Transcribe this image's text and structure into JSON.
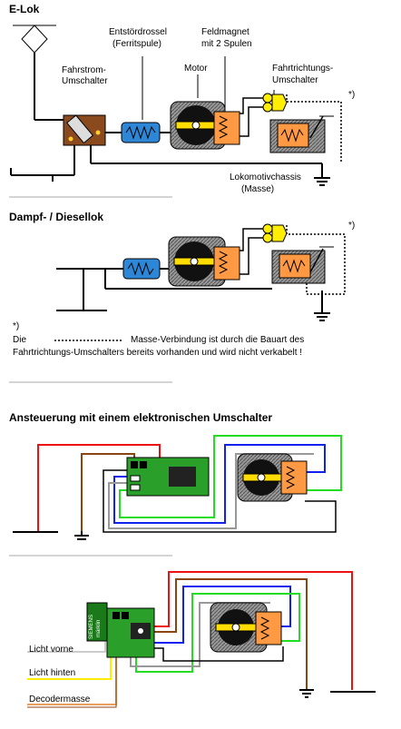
{
  "sections": {
    "elok": "E-Lok",
    "dampf": "Dampf- / Diesellok",
    "ansteuerung": "Ansteuerung mit einem elektronischen Umschalter"
  },
  "labels": {
    "entstoer_1": "Entstördrossel",
    "entstoer_2": "(Ferritspule)",
    "feld_1": "Feldmagnet",
    "feld_2": "mit 2 Spulen",
    "fahrstrom_1": "Fahrstrom-",
    "fahrstrom_2": "Umschalter",
    "motor": "Motor",
    "richtung_1": "Fahrtrichtungs-",
    "richtung_2": "Umschalter",
    "star_1": "*)",
    "chassis_1": "Lokomotivchassis",
    "chassis_2": "(Masse)",
    "star_2": "*)"
  },
  "note": {
    "marker": "*)",
    "die": "Die",
    "line1": "Masse-Verbindung ist durch die Bauart des",
    "line2": "Fahrtrichtungs-Umschalters bereits vorhanden und wird nicht verkabelt !"
  },
  "chip": {
    "line1": "SIEMENS",
    "line2": "märklin"
  },
  "wires": {
    "licht_vorne": "Licht vorne",
    "licht_hinten": "Licht hinten",
    "decodermasse": "Decodermasse"
  },
  "colors": {
    "red": "#ee1111",
    "brown": "#8b4513",
    "green": "#22dd22",
    "blue": "#1122ee",
    "yellow": "#ffee00",
    "orange": "#e8a060",
    "board": "#2aa02a",
    "coil": "#ff9944"
  }
}
